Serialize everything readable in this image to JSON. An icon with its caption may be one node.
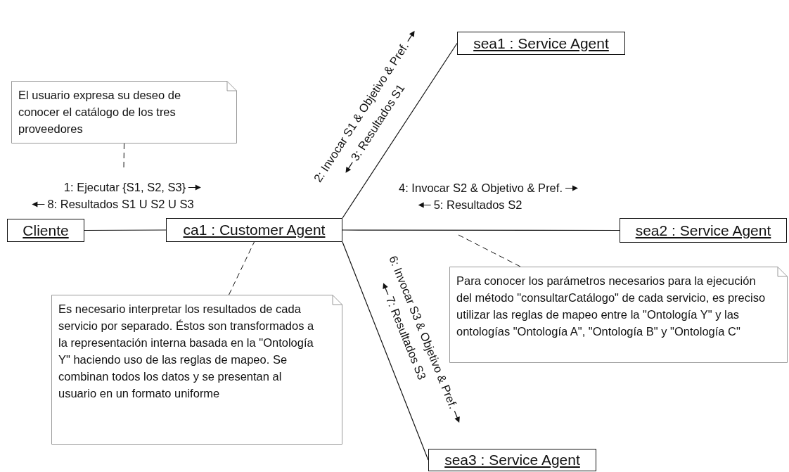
{
  "diagram": {
    "nodes": [
      {
        "text": [
          "Cliente"
        ]
      },
      {
        "text": [
          "ca1 : Customer Agent"
        ]
      },
      {
        "text": [
          "sea1 : Service Agent"
        ]
      },
      {
        "text": [
          "sea2 : Service Agent"
        ]
      },
      {
        "text": [
          "sea3 : Service Agent"
        ]
      },
      {
        "text": [
          "El usuario expresa su deseo de conocer el catálogo de los tres proveedores"
        ]
      },
      {
        "text": [
          "Es necesario interpretar los resultados de cada servicio por separado. Éstos son transformados a la representación interna basada en la \"Ontología Y\" haciendo uso de las reglas de mapeo. Se combinan todos los datos y se presentan al usuario en un formato uniforme"
        ]
      },
      {
        "text": [
          "Para conocer los parámetros necesarios para la ejecución del método \"consultarCatálogo\" de cada servicio, es preciso utilizar las reglas de mapeo entre la \"Ontología Y\" y las ontologías \"Ontología A\", \"Ontología B\" y \"Ontología C\""
        ]
      }
    ],
    "edges": [
      {
        "from": 0,
        "to": 1,
        "arrow": "none"
      },
      {
        "from": 1,
        "to": 2,
        "arrow": "none"
      },
      {
        "from": 1,
        "to": 3,
        "arrow": "none"
      },
      {
        "from": 1,
        "to": 4,
        "arrow": "none"
      },
      {
        "from": 5,
        "to": null,
        "arrow": "none",
        "style": "dashed"
      },
      {
        "from": 6,
        "to": 1,
        "arrow": "none",
        "style": "dashed"
      },
      {
        "from": 7,
        "to": null,
        "arrow": "none",
        "style": "dashed"
      }
    ],
    "labels": [
      "2: Invocar S1 & Objetivo & Pref.",
      "3: Resultados S1",
      "1: Ejecutar {S1, S2, S3}",
      "4: Invocar S2 & Objetivo & Pref.",
      "8: Resultados S1 U S2 U S3",
      "5: Resultados S2",
      "6: Invocar S3 & Objetivo & Pref.",
      "7: Resultados S3"
    ]
  }
}
